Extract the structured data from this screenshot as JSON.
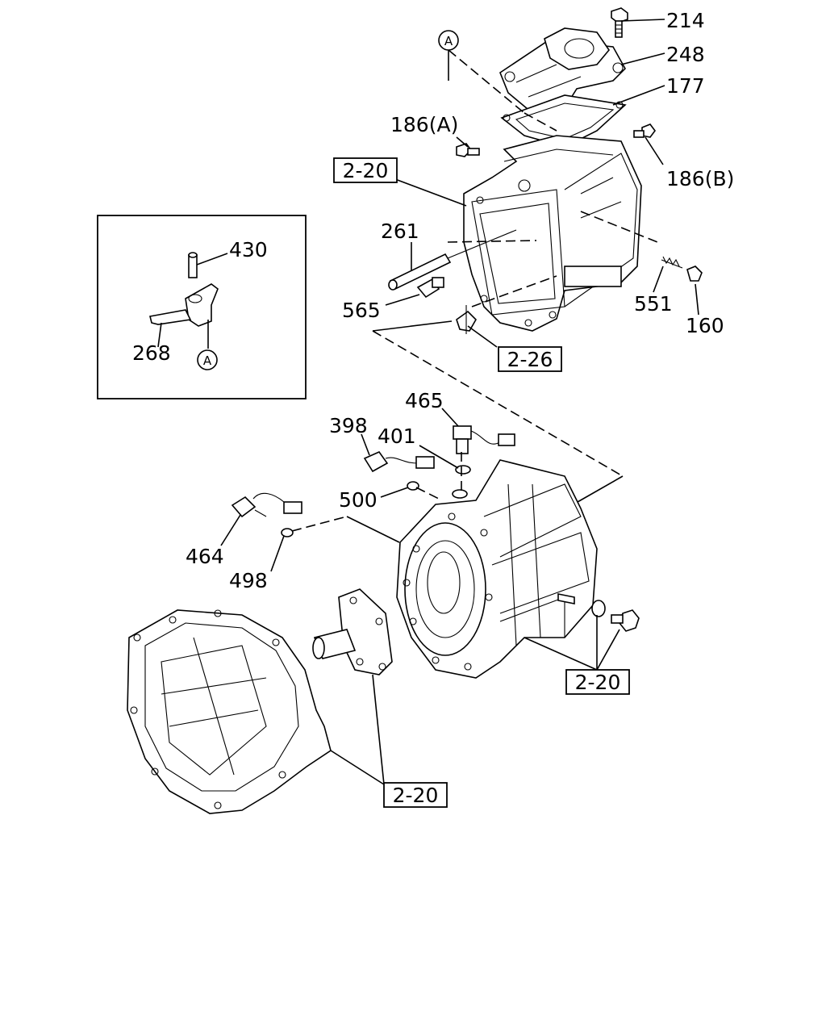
{
  "callouts": {
    "p214": "214",
    "p248": "248",
    "p177": "177",
    "p186a": "186(A)",
    "p186b": "186(B)",
    "p261": "261",
    "p565": "565",
    "p551": "551",
    "p160": "160",
    "p430": "430",
    "p268": "268",
    "p465": "465",
    "p398": "398",
    "p401": "401",
    "p500": "500",
    "p464": "464",
    "p498": "498"
  },
  "references": {
    "ref_top": "2-20",
    "ref_226": "2-26",
    "ref_right": "2-20",
    "ref_bottom": "2-20"
  },
  "markers": {
    "a_top": "A",
    "a_inset": "A"
  }
}
